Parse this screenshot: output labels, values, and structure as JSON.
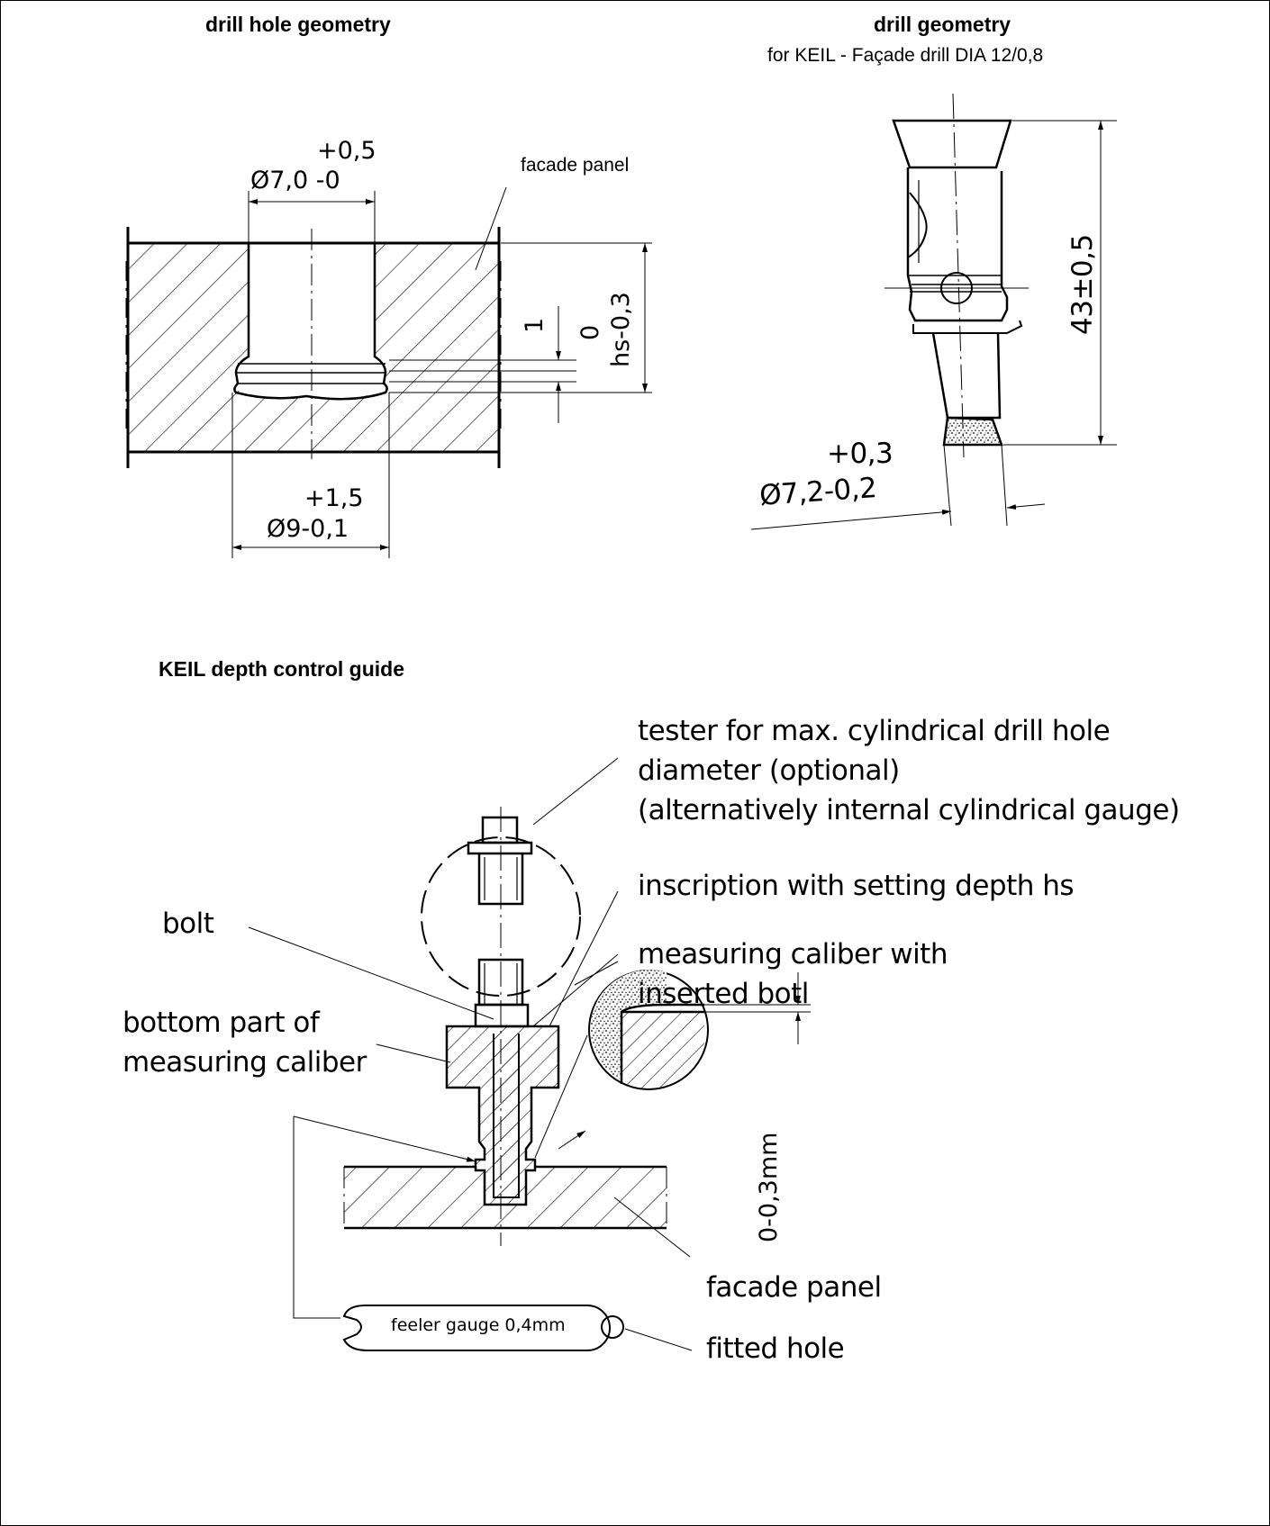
{
  "drill_hole_geometry": {
    "title": "drill hole geometry",
    "top_diameter": {
      "tol": "+0,5",
      "value": "Ø7,0 -0"
    },
    "panel_label": "facade panel",
    "dim_small": "1",
    "dim_depth_tol": "0",
    "dim_depth": "hs-0,3",
    "bottom_diameter": {
      "tol": "+1,5",
      "value": "Ø9-0,1"
    }
  },
  "drill_geometry": {
    "title": "drill geometry",
    "subtitle": "for KEIL - Façade drill DIA 12/0,8",
    "length": "43±0,5",
    "diameter": {
      "tol": "+0,3",
      "value": "Ø7,2-0,2"
    }
  },
  "depth_control_guide": {
    "title": "KEIL depth control guide",
    "tester": [
      "tester for max. cylindrical drill hole",
      "diameter (optional)",
      "(alternatively internal cylindrical gauge)"
    ],
    "inscription": "inscription with setting depth hs",
    "bolt": "bolt",
    "caliber": [
      "measuring caliber with",
      "inserted botl"
    ],
    "bottom_part": [
      "bottom part of",
      "measuring caliber"
    ],
    "gap": "0-0,3mm",
    "facade_panel": "facade panel",
    "feeler_gauge": "feeler gauge 0,4mm",
    "fitted_hole": "fitted hole"
  }
}
